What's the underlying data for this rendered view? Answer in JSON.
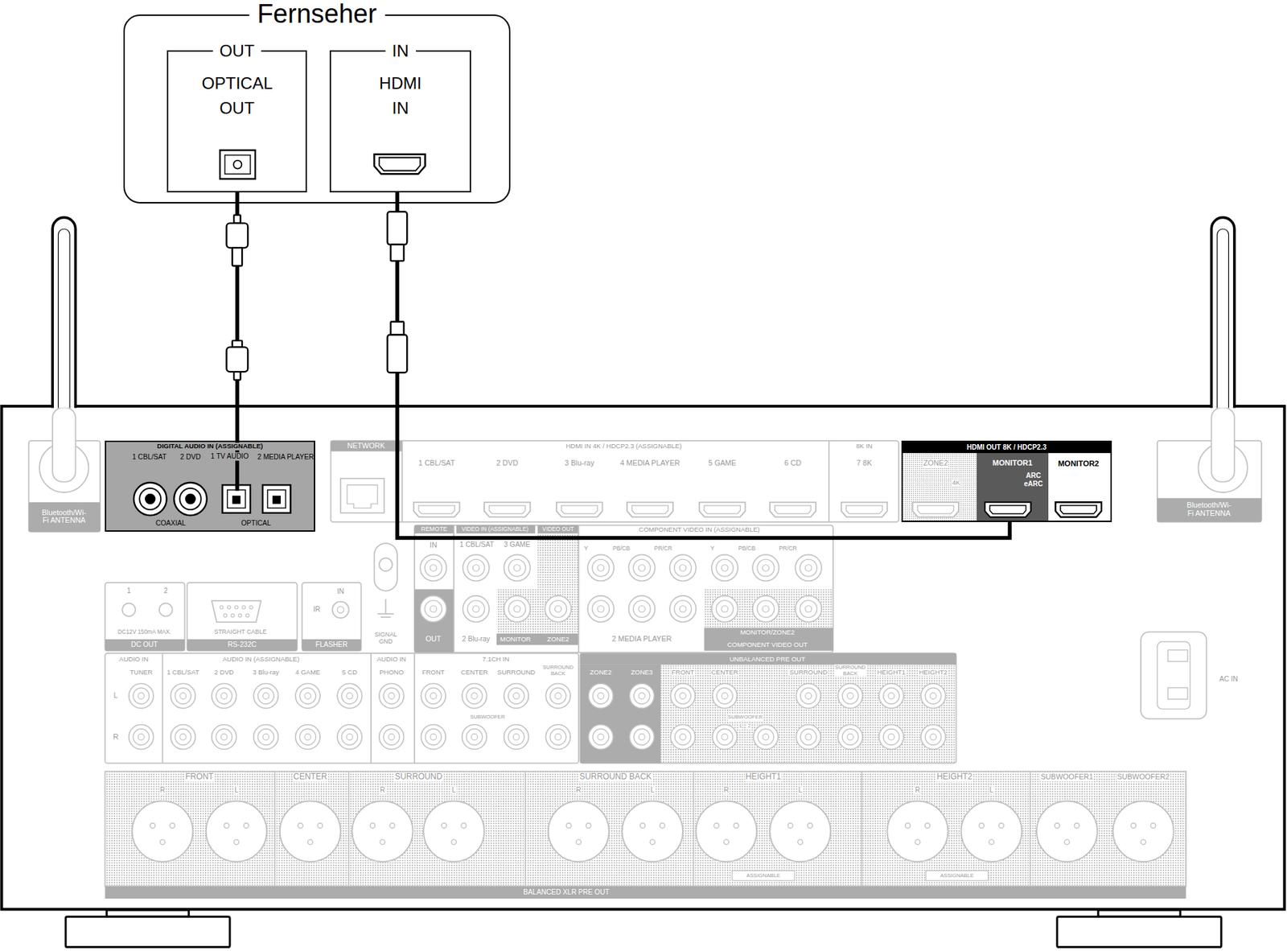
{
  "diagram": {
    "nodes": [
      {
        "text": [
          "Fernseher"
        ]
      },
      {
        "text": [
          "OUT",
          "OPTICAL OUT"
        ],
        "in": 0
      },
      {
        "text": [
          "IN",
          "HDMI IN"
        ],
        "in": 0
      },
      {
        "text": [
          "DIGITAL AUDIO IN (ASSIGNABLE)"
        ]
      },
      {
        "text": [
          "1 TV AUDIO"
        ],
        "in": 3
      },
      {
        "text": [
          "HDMI OUT 8K / HDCP2.3"
        ]
      },
      {
        "text": [
          "MONITOR1",
          "ARC eARC"
        ],
        "in": 5
      }
    ],
    "edges": [
      {
        "from": 1,
        "to": 4,
        "arrow": "none"
      },
      {
        "from": 2,
        "to": 6,
        "arrow": "none"
      }
    ],
    "labels": [
      "Bluetooth/Wi-Fi ANTENNA",
      "Bluetooth/Wi-Fi ANTENNA",
      "1 CBL/SAT",
      "2 DVD",
      "2 MEDIA PLAYER",
      "COAXIAL",
      "OPTICAL",
      "NETWORK",
      "HDMI IN 4K / HDCP2.3 (ASSIGNABLE)",
      "1 CBL/SAT",
      "2 DVD",
      "3 Blu-ray",
      "4 MEDIA PLAYER",
      "5 GAME",
      "6 CD",
      "8K IN",
      "7 8K",
      "ZONE2",
      "4K",
      "MONITOR2",
      "REMOTE",
      "IN",
      "OUT",
      "VIDEO IN (ASSIGNABLE)",
      "VIDEO OUT",
      "1 CBL/SAT",
      "3 GAME",
      "2 Blu-ray",
      "MONITOR",
      "ZONE2",
      "COMPONENT VIDEO IN (ASSIGNABLE)",
      "Y",
      "PB/CB",
      "PR/CR",
      "Y",
      "PB/CB",
      "PR/CR",
      "2 MEDIA PLAYER",
      "MONITOR/ZONE2",
      "COMPONENT VIDEO OUT",
      "1",
      "2",
      "DC12V 150mA MAX.",
      "DC OUT",
      "STRAIGHT CABLE",
      "RS-232C",
      "IN",
      "IR",
      "FLASHER",
      "SIGNAL GND",
      "AUDIO IN",
      "TUNER",
      "AUDIO IN (ASSIGNABLE)",
      "1 CBL/SAT",
      "2 DVD",
      "3 Blu-ray",
      "4 GAME",
      "5 CD",
      "AUDIO IN",
      "PHONO",
      "7.1CH IN",
      "FRONT",
      "CENTER",
      "SURROUND",
      "SURROUND BACK",
      "SUBWOOFER",
      "L",
      "R",
      "UNBALANCED PRE OUT",
      "ZONE2",
      "ZONE3",
      "FRONT",
      "CENTER",
      "SURROUND",
      "SURROUND BACK",
      "HEIGHT1",
      "HEIGHT2",
      "SUBWOOFER",
      "1",
      "2",
      "AC IN",
      "FRONT",
      "R",
      "L",
      "CENTER",
      "SURROUND",
      "R",
      "L",
      "SURROUND BACK",
      "R",
      "L",
      "HEIGHT1",
      "R",
      "L",
      "ASSIGNABLE",
      "HEIGHT2",
      "R",
      "L",
      "ASSIGNABLE",
      "SUBWOOFER1",
      "SUBWOOFER2",
      "BALANCED XLR PRE OUT"
    ]
  }
}
